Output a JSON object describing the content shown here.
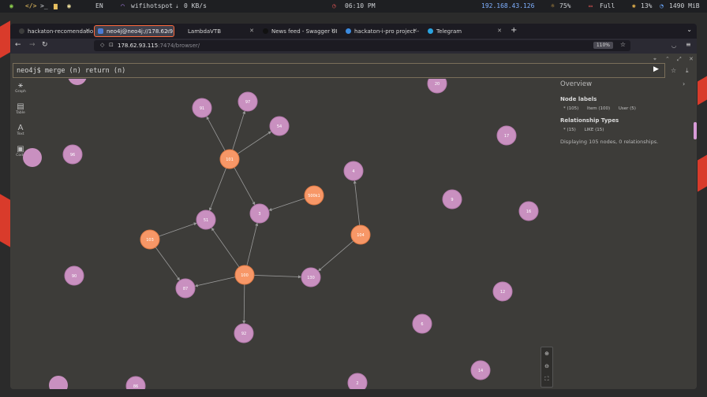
{
  "system_bar": {
    "language": "EN",
    "wifi_ssid": "wifihotspot",
    "net_speed": "0 KB/s",
    "time": "06:10 PM",
    "ip": "192.168.43.126",
    "brightness": "75%",
    "battery_state": "Full",
    "cpu": "13%",
    "memory": "1490 MiB"
  },
  "tabs": [
    {
      "label": "hackaton-recomendation",
      "active": false,
      "favicon_color": "#3c3c3c"
    },
    {
      "label": "neo4j@neo4j://178.62.9",
      "active": true,
      "favicon_color": "#4b7bd6"
    },
    {
      "label": "LambdaVTB",
      "active": false,
      "favicon_color": "#3c3c3c"
    },
    {
      "label": "News feed - Swagger UI",
      "active": false,
      "favicon_color": "#111111"
    },
    {
      "label": "hackaton-i-pro project - ",
      "active": false,
      "favicon_color": "#3c8be0"
    },
    {
      "label": "Telegram",
      "active": false,
      "favicon_color": "#2aa3e0"
    }
  ],
  "url": {
    "host": "178.62.93.115",
    "path": ":7474/browser/",
    "zoom": "110%"
  },
  "editor": {
    "prompt": "neo4j$",
    "query": "merge (n) return (n)"
  },
  "sidebar_tools": [
    {
      "icon": "graph-icon",
      "glyph": "⚹",
      "label": "Graph"
    },
    {
      "icon": "table-icon",
      "glyph": "▤",
      "label": "Table"
    },
    {
      "icon": "text-icon",
      "glyph": "A",
      "label": "Text"
    },
    {
      "icon": "code-icon",
      "glyph": "▣",
      "label": "Code"
    }
  ],
  "overview": {
    "title": "Overview",
    "node_labels_title": "Node labels",
    "node_labels": [
      "* (105)",
      "Item (100)",
      "User (5)"
    ],
    "rel_types_title": "Relationship Types",
    "rel_types": [
      "* (15)",
      "LIKE (15)"
    ],
    "summary": "Displaying 105 nodes, 0 relationships."
  },
  "colors": {
    "item_node": "#c990c0",
    "user_node": "#f79767",
    "accent": "#ff6a3c"
  },
  "graph": {
    "nodes": [
      {
        "id": "n91",
        "label": "91",
        "type": "item"
      },
      {
        "id": "n97",
        "label": "97",
        "type": "item"
      },
      {
        "id": "n54",
        "label": "54",
        "type": "item"
      },
      {
        "id": "n101",
        "label": "101",
        "type": "user"
      },
      {
        "id": "n500",
        "label": "500k1",
        "type": "user"
      },
      {
        "id": "n3",
        "label": "3",
        "type": "item"
      },
      {
        "id": "n51",
        "label": "51",
        "type": "item"
      },
      {
        "id": "n103",
        "label": "103",
        "type": "user"
      },
      {
        "id": "n104",
        "label": "104",
        "type": "user"
      },
      {
        "id": "n4",
        "label": "4",
        "type": "item"
      },
      {
        "id": "n100",
        "label": "100",
        "type": "user"
      },
      {
        "id": "n87",
        "label": "87",
        "type": "item"
      },
      {
        "id": "n130",
        "label": "130",
        "type": "item"
      },
      {
        "id": "n92",
        "label": "92",
        "type": "item"
      },
      {
        "id": "n20",
        "label": "20",
        "type": "item"
      },
      {
        "id": "n17",
        "label": "17",
        "type": "item"
      },
      {
        "id": "n9",
        "label": "9",
        "type": "item"
      },
      {
        "id": "n16",
        "label": "16",
        "type": "item"
      },
      {
        "id": "n96",
        "label": "96",
        "type": "item"
      },
      {
        "id": "n90",
        "label": "90",
        "type": "item"
      },
      {
        "id": "n12",
        "label": "12",
        "type": "item"
      },
      {
        "id": "n6",
        "label": "6",
        "type": "item"
      },
      {
        "id": "n14",
        "label": "14",
        "type": "item"
      },
      {
        "id": "n2",
        "label": "2",
        "type": "item"
      },
      {
        "id": "n86",
        "label": "86",
        "type": "item"
      }
    ],
    "edges": [
      [
        "n101",
        "n91"
      ],
      [
        "n101",
        "n97"
      ],
      [
        "n101",
        "n54"
      ],
      [
        "n101",
        "n51"
      ],
      [
        "n101",
        "n3"
      ],
      [
        "n500",
        "n3"
      ],
      [
        "n103",
        "n51"
      ],
      [
        "n103",
        "n87"
      ],
      [
        "n104",
        "n4"
      ],
      [
        "n104",
        "n130"
      ],
      [
        "n100",
        "n51"
      ],
      [
        "n100",
        "n3"
      ],
      [
        "n100",
        "n87"
      ],
      [
        "n100",
        "n130"
      ],
      [
        "n100",
        "n92"
      ]
    ]
  }
}
